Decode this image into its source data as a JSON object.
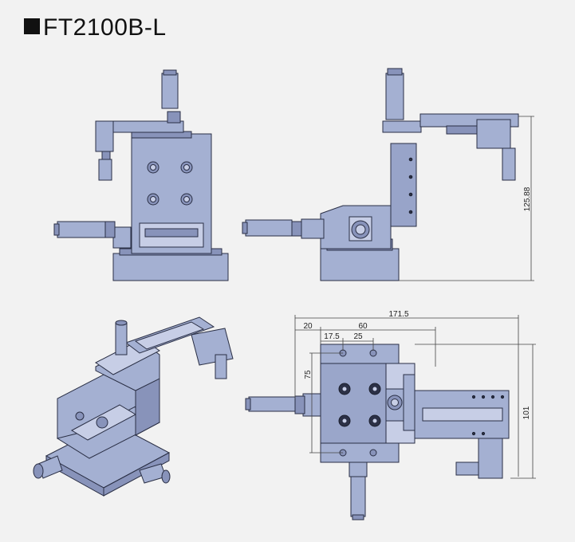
{
  "title": "FT2100B-L",
  "dimensions": {
    "height": "125.88",
    "overall_width": "171.5",
    "d20": "20",
    "d60": "60",
    "d17_5": "17.5",
    "d25": "25",
    "d75": "75",
    "d101": "101"
  },
  "colors": {
    "body": "#a4b0d2",
    "outline": "#2a2f45",
    "background": "#f2f2f2"
  }
}
